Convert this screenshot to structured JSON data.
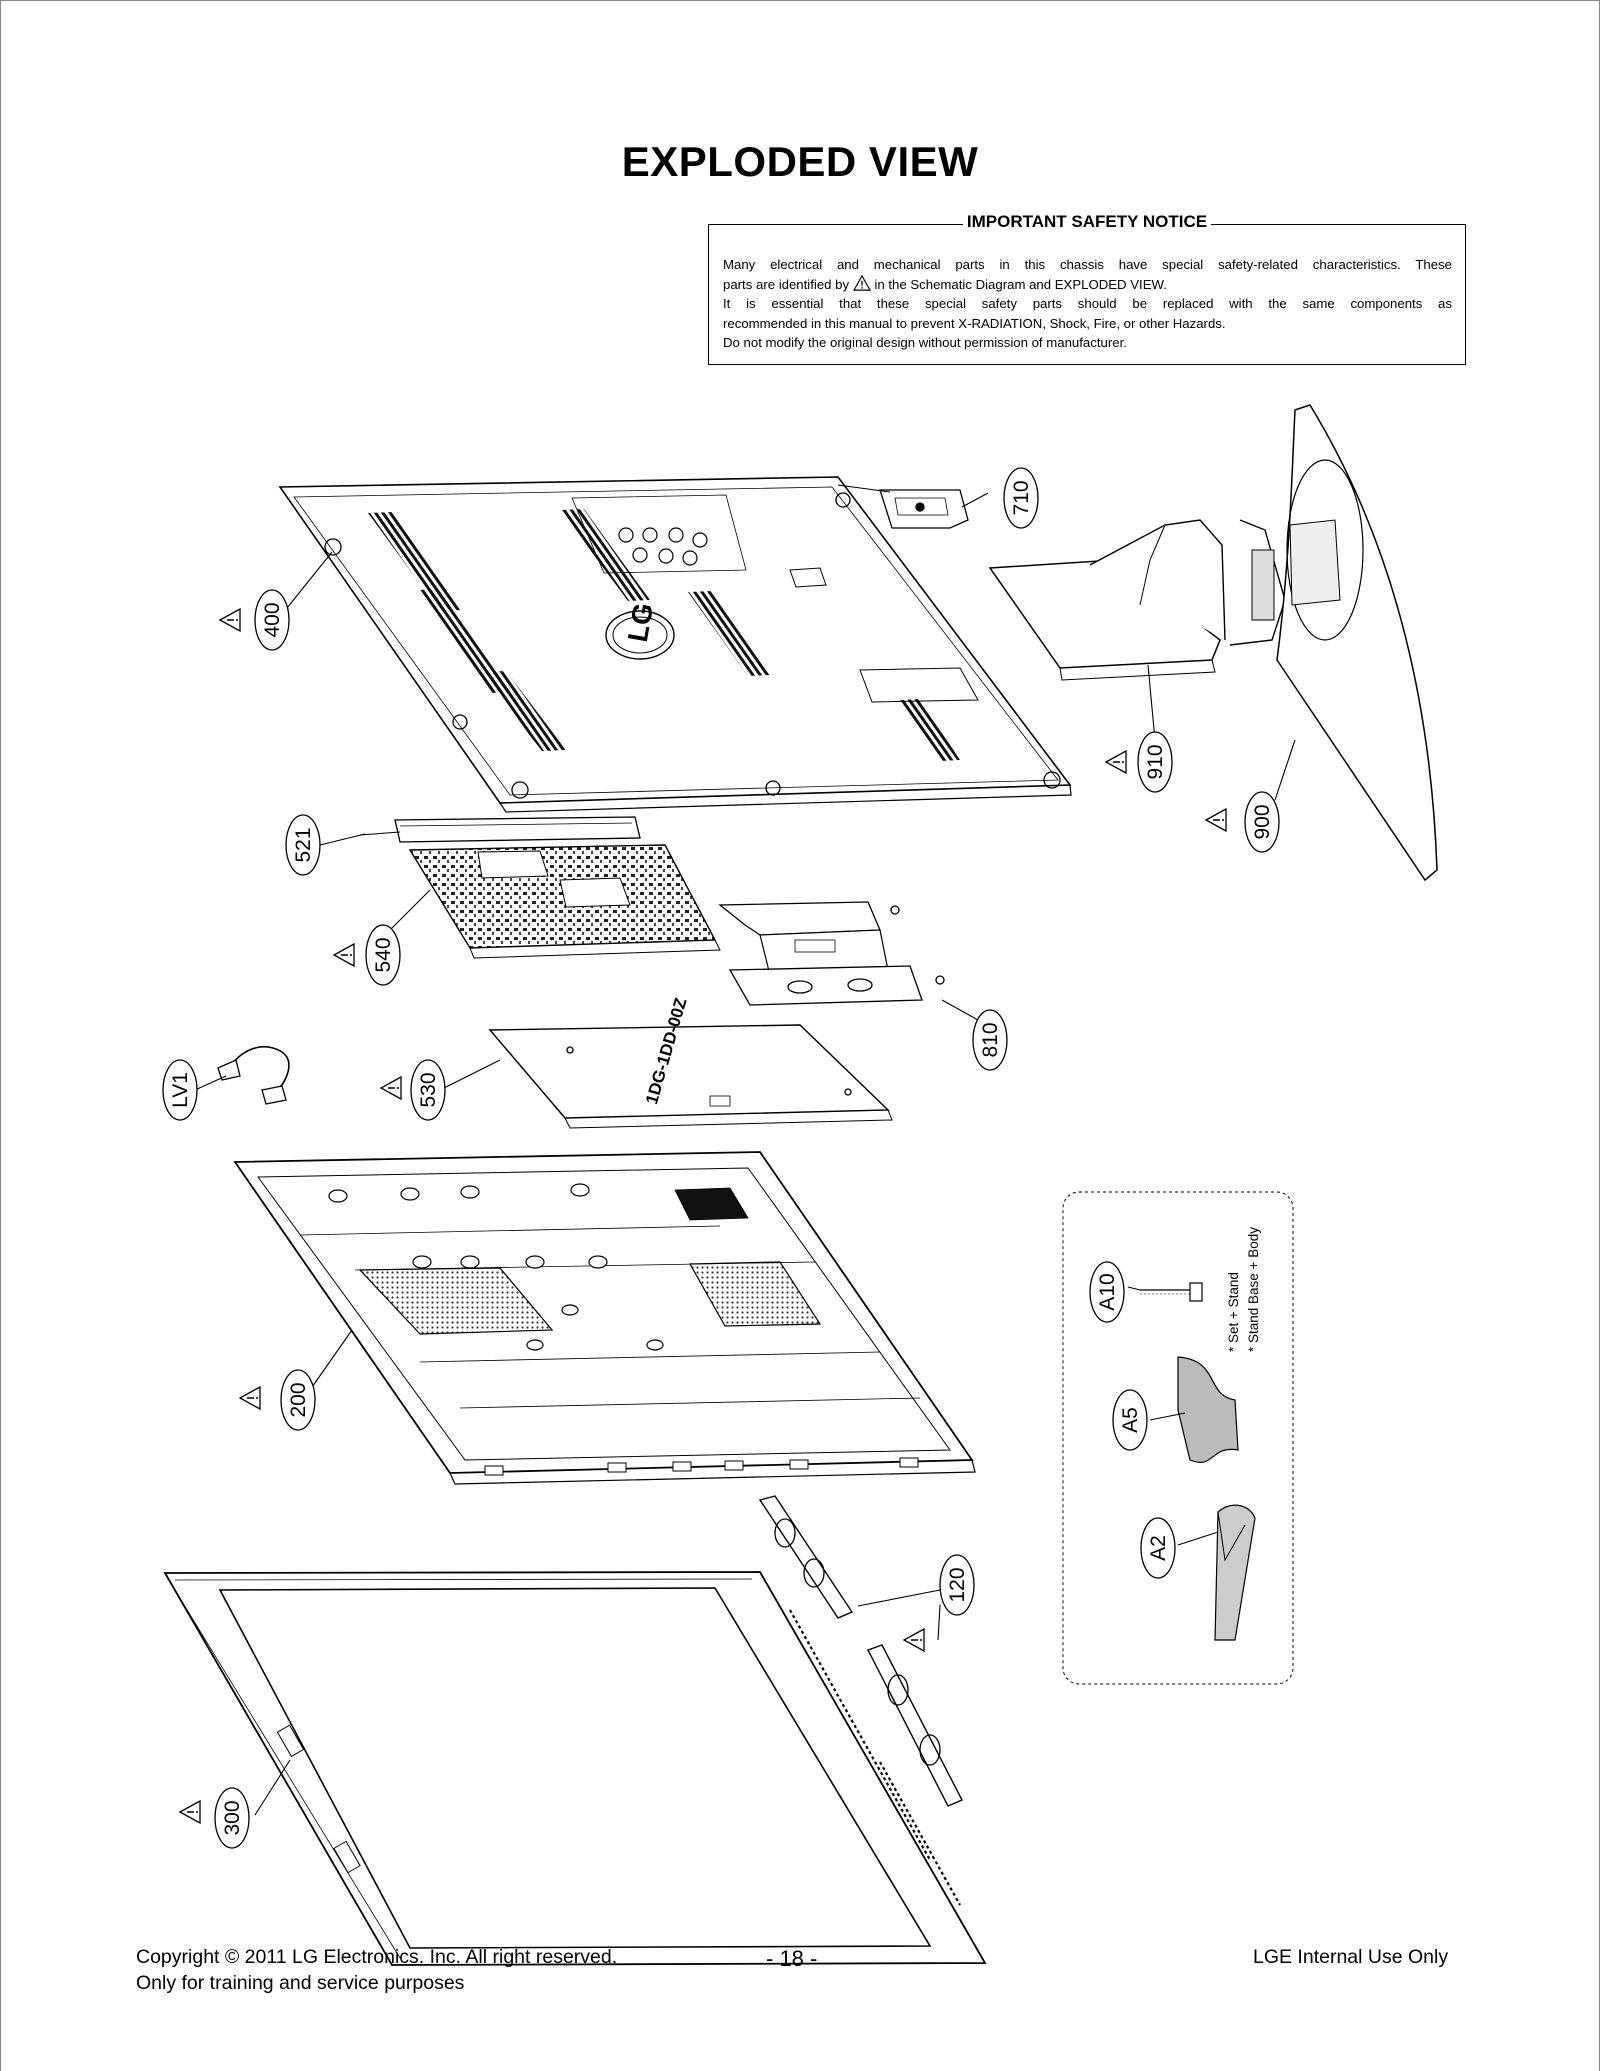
{
  "page": {
    "title": "EXPLODED VIEW",
    "page_number": "- 18 -"
  },
  "notice": {
    "title": "IMPORTANT SAFETY NOTICE",
    "line1": "Many electrical and mechanical parts in this chassis have special safety-related characteristics. These",
    "line2_pre": "parts are identified by",
    "line2_post": "in the Schematic Diagram and EXPLODED VIEW.",
    "line3": "It is essential that these special safety parts should be replaced with the same components as",
    "line4": "recommended in this manual to prevent X-RADIATION, Shock, Fire, or other Hazards.",
    "line5": "Do not modify the original design without permission of manufacturer."
  },
  "parts": {
    "p400": "400",
    "p710": "710",
    "p910": "910",
    "p900": "900",
    "p521": "521",
    "p540": "540",
    "p810": "810",
    "pLV1": "LV1",
    "p530": "530",
    "p200": "200",
    "p120": "120",
    "p300": "300",
    "pA10": "A10",
    "pA5": "A5",
    "pA2": "A2"
  },
  "accessories": {
    "note1": "* Set + Stand",
    "note2": "* Stand Base + Body"
  },
  "panel_labels": {
    "logo": "LG",
    "panel_530_print": "1DG-1DD-00Z"
  },
  "footer": {
    "copyright": "Copyright  © 2011 LG Electronics. Inc. All right reserved.",
    "purpose": "Only for training and service purposes",
    "internal": "LGE Internal Use Only"
  }
}
